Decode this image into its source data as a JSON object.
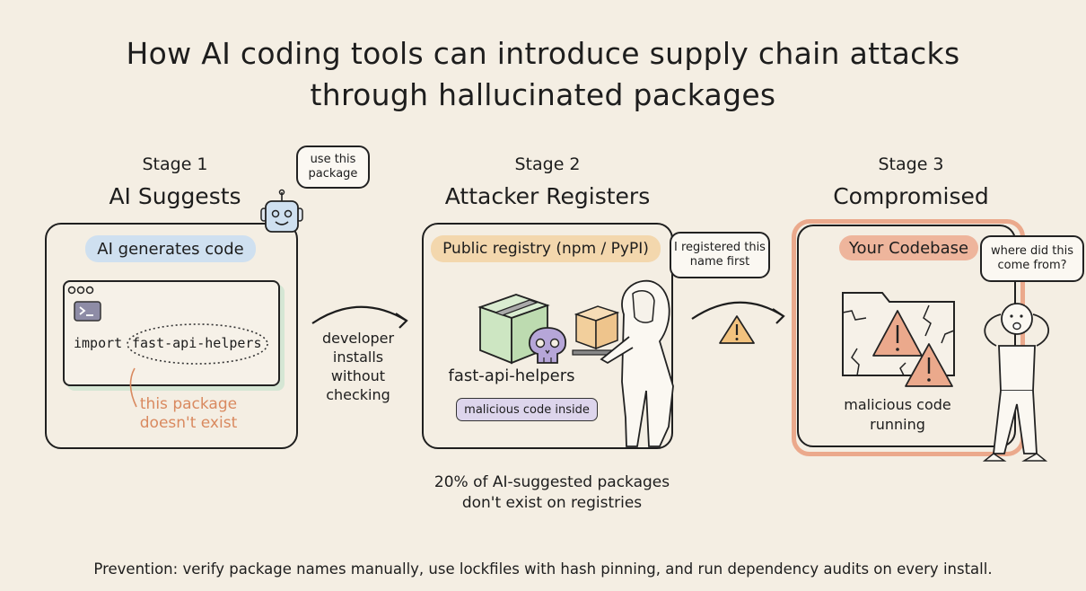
{
  "title": {
    "line1": "How AI coding tools can introduce supply chain attacks",
    "line2": "through hallucinated packages"
  },
  "stage1": {
    "stage_label": "Stage 1",
    "title": "AI Suggests",
    "pill": "AI generates code",
    "robot_bubble": "use this package",
    "code_keyword": "import",
    "code_package": "fast-api-helpers",
    "annotation": "this package doesn't exist"
  },
  "arrow1_label": "developer installs without checking",
  "stage2": {
    "stage_label": "Stage 2",
    "title": "Attacker Registers",
    "pill": "Public registry (npm / PyPI)",
    "attacker_bubble": "I registered this name first",
    "package_name": "fast-api-helpers",
    "package_tag": "malicious code inside",
    "caption_line1": "20% of AI-suggested packages",
    "caption_line2": "don't exist on registries"
  },
  "stage3": {
    "stage_label": "Stage 3",
    "title": "Compromised",
    "pill": "Your Codebase",
    "victim_bubble": "where did this come from?",
    "caption": "malicious code running"
  },
  "footer": "Prevention: verify package names manually, use lockfiles with hash pinning, and run dependency audits on every install.",
  "colors": {
    "background": "#f4eee3",
    "blue_pill": "#cfe0f0",
    "orange_pill": "#f3d7ad",
    "purple_tag": "#ddd5ec",
    "danger": "#eba98c",
    "annotation": "#d9895f"
  }
}
